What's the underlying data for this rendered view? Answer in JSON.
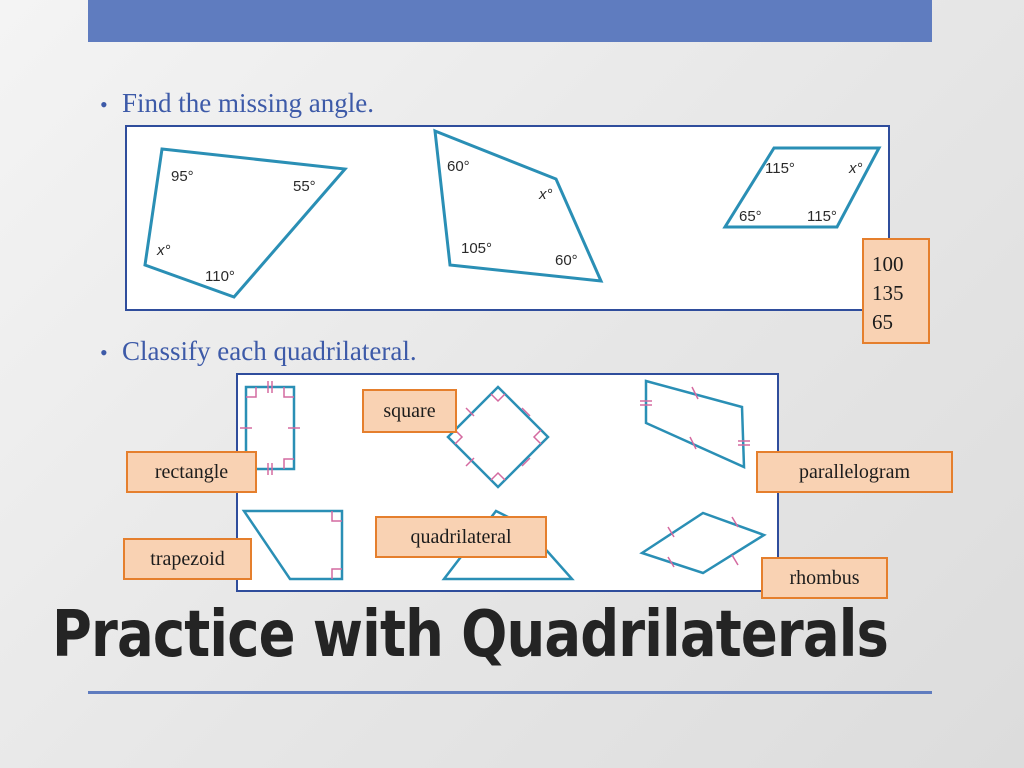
{
  "slide": {
    "title": "Practice with Quadrilaterals",
    "bullets": [
      "Find the missing angle.",
      "Classify each quadrilateral."
    ]
  },
  "angle_figures": {
    "figure1": [
      "95°",
      "55°",
      "x°",
      "110°"
    ],
    "figure2": [
      "60°",
      "x°",
      "105°",
      "60°"
    ],
    "figure3": [
      "115°",
      "x°",
      "65°",
      "115°"
    ]
  },
  "answers": [
    "100",
    "135",
    "65"
  ],
  "labels": {
    "square": "square",
    "rectangle": "rectangle",
    "parallelogram": "parallelogram",
    "quadrilateral": "quadrilateral",
    "trapezoid": "trapezoid",
    "rhombus": "rhombus"
  },
  "colors": {
    "accent": "#5f7cbf",
    "shape_stroke": "#2a8fb5",
    "label_fill": "#f9d2b3",
    "label_border": "#e57f2d"
  }
}
